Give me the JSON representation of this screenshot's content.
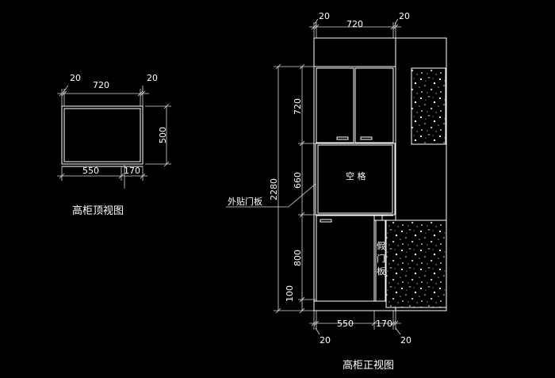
{
  "top_view": {
    "caption": "高柜顶视图",
    "dims": {
      "left_offset": "20",
      "width": "720",
      "right_offset": "20",
      "depth": "500",
      "bottom_left": "550",
      "bottom_right": "170"
    }
  },
  "front_view": {
    "caption": "高柜正视图",
    "dims": {
      "top_left_offset": "20",
      "top_width": "720",
      "top_right_offset": "20",
      "total_height": "2280",
      "h_upper": "720",
      "h_middle": "660",
      "h_lower": "800",
      "h_base": "100",
      "bottom_left": "550",
      "bottom_right": "170",
      "bottom_left_offset": "20",
      "bottom_right_offset": "20"
    },
    "labels": {
      "open_shelf": "空 格",
      "outer_panel": "外贴门板",
      "fake_door_1": "假",
      "fake_door_2": "门",
      "fake_door_3": "板"
    }
  }
}
